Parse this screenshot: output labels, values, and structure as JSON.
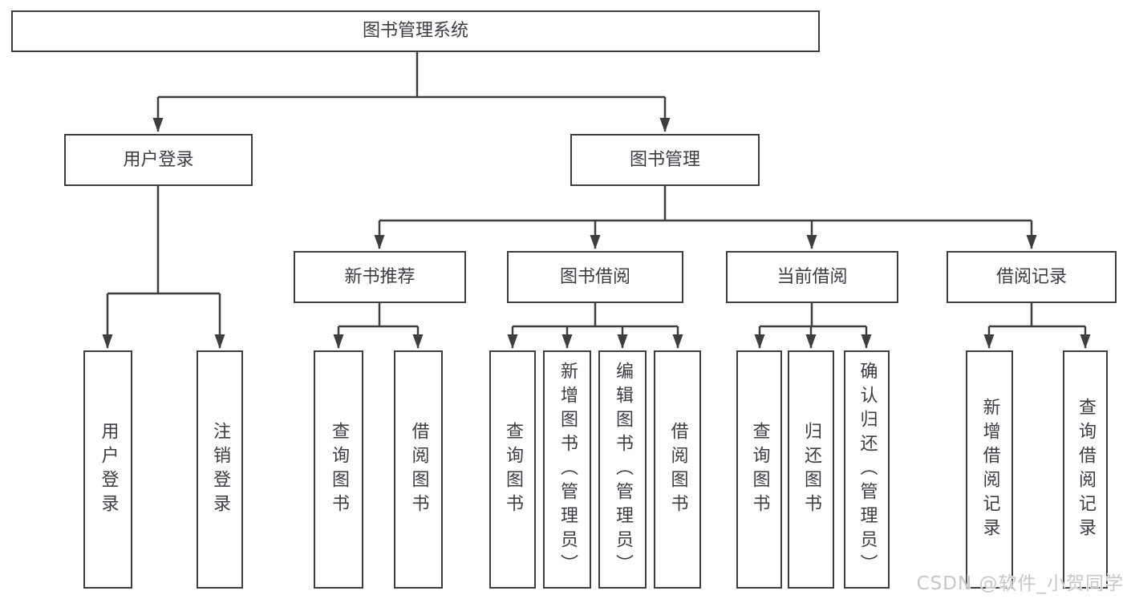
{
  "nodes": {
    "root": {
      "label": "图书管理系统"
    },
    "user_login": {
      "label": "用户登录"
    },
    "book_mgmt": {
      "label": "图书管理"
    },
    "new_book_recommend": {
      "label": "新书推荐"
    },
    "book_borrow": {
      "label": "图书借阅"
    },
    "current_borrow": {
      "label": "当前借阅"
    },
    "borrow_records": {
      "label": "借阅记录"
    },
    "login_user_login": {
      "label": "用户登录"
    },
    "login_logout": {
      "label": "注销登录"
    },
    "newrec_query_books": {
      "label": "查询图书"
    },
    "newrec_borrow_books": {
      "label": "借阅图书"
    },
    "borrow_query_books": {
      "label": "查询图书"
    },
    "borrow_add_books_admin": {
      "label": "新增图书（管理员）"
    },
    "borrow_edit_books_admin": {
      "label": "编辑图书（管理员）"
    },
    "borrow_borrow_books": {
      "label": "借阅图书"
    },
    "current_query_books": {
      "label": "查询图书"
    },
    "current_return_books": {
      "label": "归还图书"
    },
    "current_confirm_return_admin": {
      "label": "确认归还（管理员）"
    },
    "records_add_record": {
      "label": "新增借阅记录"
    },
    "records_query_record": {
      "label": "查询借阅记录"
    }
  },
  "watermark": {
    "text": "CSDN @软件_小贺同学"
  },
  "colors": {
    "line": "#3e3e3e",
    "box_border": "#3e3e3e",
    "box_background": "#ffffff",
    "text": "#3c3d42",
    "page_background": "#ffffff",
    "watermark_text": "#c6c7ca"
  }
}
